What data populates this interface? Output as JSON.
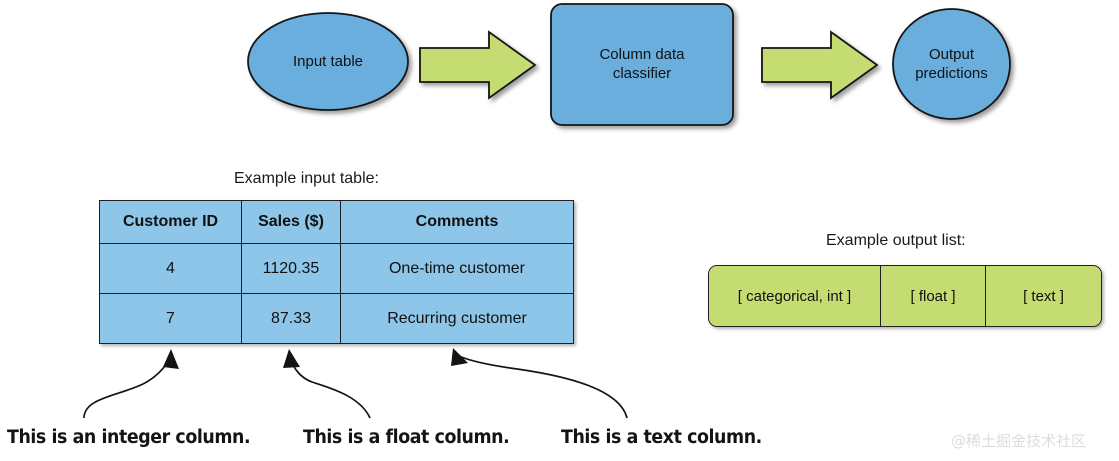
{
  "diagram": {
    "nodes": [
      {
        "id": "input-table",
        "label": "Input table",
        "shape": "ellipse",
        "fill": "#6aaede"
      },
      {
        "id": "classifier",
        "label": "Column data\nclassifier",
        "shape": "rounded-rect",
        "fill": "#6aaede"
      },
      {
        "id": "output-predictions",
        "label": "Output\npredictions",
        "shape": "ellipse",
        "fill": "#6aaede"
      }
    ],
    "arrows": [
      {
        "id": "arrow-1",
        "from": "input-table",
        "to": "classifier",
        "fill": "#c5dc72"
      },
      {
        "id": "arrow-2",
        "from": "classifier",
        "to": "output-predictions",
        "fill": "#c5dc72"
      }
    ]
  },
  "input_section": {
    "caption": "Example input table:",
    "table": {
      "headers": [
        "Customer ID",
        "Sales ($)",
        "Comments"
      ],
      "rows": [
        [
          "4",
          "1120.35",
          "One-time customer"
        ],
        [
          "7",
          "87.33",
          "Recurring customer"
        ]
      ],
      "fill": "#8dc6e8",
      "border": "#1f1f1f"
    }
  },
  "output_section": {
    "caption": "Example output list:",
    "cells": [
      "[ categorical, int ]",
      "[ float ]",
      "[ text ]"
    ],
    "fill": "#c5dc72",
    "border": "#1f1f1f"
  },
  "annotations": [
    {
      "id": "note-integer",
      "text": "This is an integer column.",
      "points_to": "Customer ID"
    },
    {
      "id": "note-float",
      "text": "This is a float column.",
      "points_to": "Sales ($)"
    },
    {
      "id": "note-text",
      "text": "This is a text column.",
      "points_to": "Comments"
    }
  ],
  "watermark": {
    "text": "@稀土掘金技术社区",
    "color": "#dddddd"
  }
}
